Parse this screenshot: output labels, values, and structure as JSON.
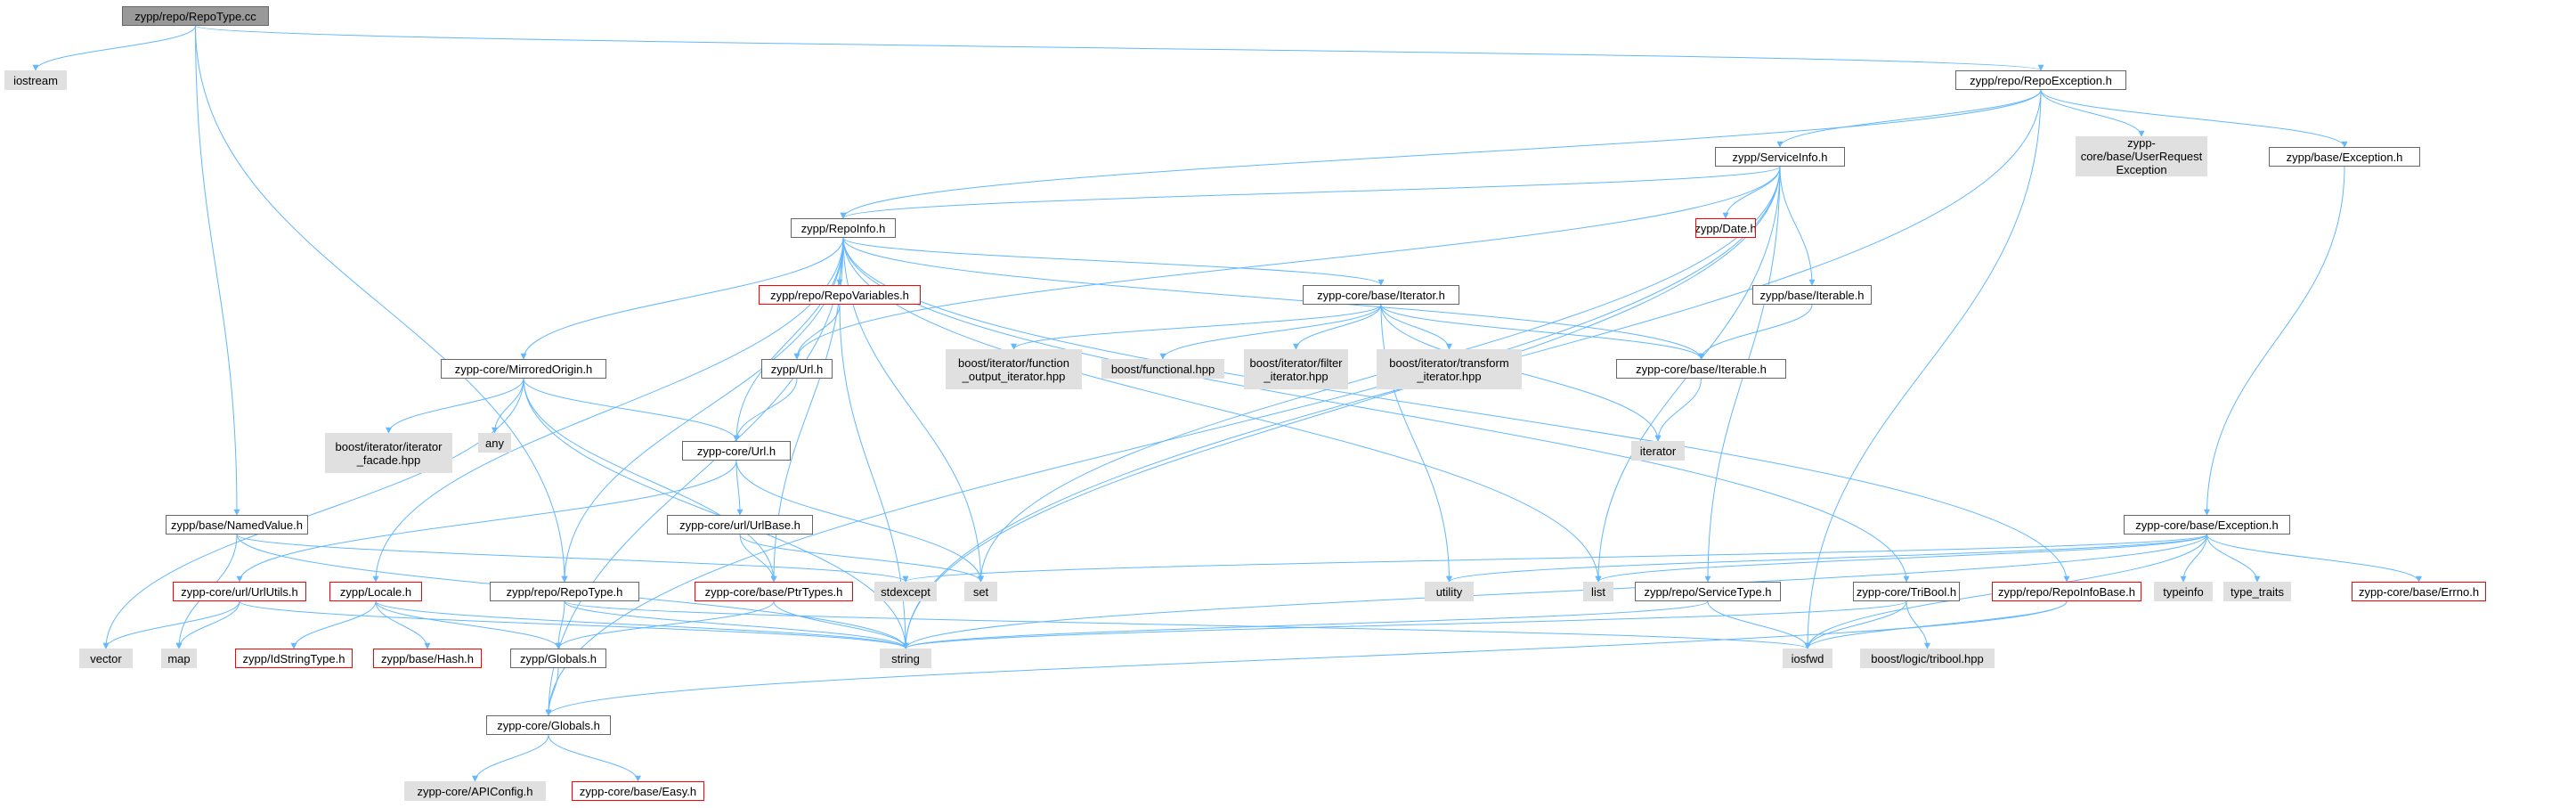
{
  "nodes": {
    "root": "zypp/repo/RepoType.cc",
    "iostream": "iostream",
    "repoexception": "zypp/repo/RepoException.h",
    "serviceinfo": "zypp/ServiceInfo.h",
    "userrequest": "zypp-core/base/UserRequest\nException",
    "base_exception": "zypp/base/Exception.h",
    "repoinfo": "zypp/RepoInfo.h",
    "date": "zypp/Date.h",
    "repovariables": "zypp/repo/RepoVariables.h",
    "core_iterator": "zypp-core/base/Iterator.h",
    "base_iterable": "zypp/base/Iterable.h",
    "mirroredorigin": "zypp-core/MirroredOrigin.h",
    "url": "zypp/Url.h",
    "fn_out_iter": "boost/iterator/function\n_output_iterator.hpp",
    "functional": "boost/functional.hpp",
    "filter_iter": "boost/iterator/filter\n_iterator.hpp",
    "transform_iter": "boost/iterator/transform\n_iterator.hpp",
    "core_iterable": "zypp-core/base/Iterable.h",
    "iter_facade": "boost/iterator/iterator\n_facade.hpp",
    "any": "any",
    "core_url": "zypp-core/Url.h",
    "iterator": "iterator",
    "namedvalue": "zypp/base/NamedValue.h",
    "urlbase": "zypp-core/url/UrlBase.h",
    "core_exception": "zypp-core/base/Exception.h",
    "urlutils": "zypp-core/url/UrlUtils.h",
    "locale": "zypp/Locale.h",
    "repotype_h": "zypp/repo/RepoType.h",
    "ptrtypes": "zypp-core/base/PtrTypes.h",
    "stdexcept": "stdexcept",
    "set": "set",
    "utility": "utility",
    "list": "list",
    "servicetype": "zypp/repo/ServiceType.h",
    "tribool": "zypp-core/TriBool.h",
    "repoinfobase": "zypp/repo/RepoInfoBase.h",
    "typeinfo": "typeinfo",
    "type_traits": "type_traits",
    "errno": "zypp-core/base/Errno.h",
    "vector": "vector",
    "map": "map",
    "idstringtype": "zypp/IdStringType.h",
    "hash": "zypp/base/Hash.h",
    "globals": "zypp/Globals.h",
    "string": "string",
    "iosfwd": "iosfwd",
    "boost_tribool": "boost/logic/tribool.hpp",
    "core_globals": "zypp-core/Globals.h",
    "apiconfig": "zypp-core/APIConfig.h",
    "easy": "zypp-core/base/Easy.h"
  },
  "node_kinds": {
    "root": "root",
    "internal": [
      "repoexception",
      "serviceinfo",
      "base_exception",
      "repoinfo",
      "core_iterator",
      "base_iterable",
      "mirroredorigin",
      "url",
      "core_iterable",
      "core_url",
      "namedvalue",
      "urlbase",
      "core_exception",
      "repotype_h",
      "servicetype",
      "tribool",
      "globals",
      "core_globals"
    ],
    "missing": [
      "date",
      "repovariables",
      "urlutils",
      "locale",
      "ptrtypes",
      "repoinfobase",
      "errno",
      "idstringtype",
      "hash",
      "easy"
    ],
    "system": [
      "iostream",
      "userrequest",
      "fn_out_iter",
      "functional",
      "filter_iter",
      "transform_iter",
      "iter_facade",
      "any",
      "iterator",
      "stdexcept",
      "set",
      "utility",
      "list",
      "typeinfo",
      "type_traits",
      "vector",
      "map",
      "string",
      "iosfwd",
      "boost_tribool",
      "apiconfig"
    ]
  },
  "edges": [
    [
      "root",
      "iostream"
    ],
    [
      "root",
      "repoexception"
    ],
    [
      "root",
      "namedvalue"
    ],
    [
      "root",
      "repotype_h"
    ],
    [
      "repoexception",
      "serviceinfo"
    ],
    [
      "repoexception",
      "repoinfo"
    ],
    [
      "repoexception",
      "userrequest"
    ],
    [
      "repoexception",
      "base_exception"
    ],
    [
      "repoexception",
      "string"
    ],
    [
      "repoexception",
      "iosfwd"
    ],
    [
      "serviceinfo",
      "repoinfo"
    ],
    [
      "serviceinfo",
      "date"
    ],
    [
      "serviceinfo",
      "base_iterable"
    ],
    [
      "serviceinfo",
      "url"
    ],
    [
      "serviceinfo",
      "set"
    ],
    [
      "serviceinfo",
      "string"
    ],
    [
      "serviceinfo",
      "servicetype"
    ],
    [
      "serviceinfo",
      "list"
    ],
    [
      "serviceinfo",
      "core_globals"
    ],
    [
      "base_exception",
      "core_exception"
    ],
    [
      "repoinfo",
      "repovariables"
    ],
    [
      "repoinfo",
      "core_iterator"
    ],
    [
      "repoinfo",
      "mirroredorigin"
    ],
    [
      "repoinfo",
      "core_url"
    ],
    [
      "repoinfo",
      "set"
    ],
    [
      "repoinfo",
      "repoinfobase"
    ],
    [
      "repoinfo",
      "tribool"
    ],
    [
      "repoinfo",
      "repotype_h"
    ],
    [
      "repoinfo",
      "locale"
    ],
    [
      "repoinfo",
      "core_globals"
    ],
    [
      "repoinfo",
      "list"
    ],
    [
      "repoinfo",
      "ptrtypes"
    ],
    [
      "repoinfo",
      "core_iterable"
    ],
    [
      "repovariables",
      "url"
    ],
    [
      "repovariables",
      "string"
    ],
    [
      "core_iterator",
      "fn_out_iter"
    ],
    [
      "core_iterator",
      "functional"
    ],
    [
      "core_iterator",
      "filter_iter"
    ],
    [
      "core_iterator",
      "transform_iter"
    ],
    [
      "core_iterator",
      "core_iterable"
    ],
    [
      "core_iterator",
      "iterator"
    ],
    [
      "core_iterator",
      "utility"
    ],
    [
      "base_iterable",
      "core_iterable"
    ],
    [
      "core_iterable",
      "iterator"
    ],
    [
      "mirroredorigin",
      "iter_facade"
    ],
    [
      "mirroredorigin",
      "any"
    ],
    [
      "mirroredorigin",
      "core_url"
    ],
    [
      "mirroredorigin",
      "vector"
    ],
    [
      "mirroredorigin",
      "ptrtypes"
    ],
    [
      "mirroredorigin",
      "string"
    ],
    [
      "url",
      "core_url"
    ],
    [
      "core_url",
      "urlbase"
    ],
    [
      "core_url",
      "urlutils"
    ],
    [
      "core_url",
      "set"
    ],
    [
      "urlbase",
      "ptrtypes"
    ],
    [
      "urlbase",
      "set"
    ],
    [
      "namedvalue",
      "map"
    ],
    [
      "namedvalue",
      "stdexcept"
    ],
    [
      "namedvalue",
      "string"
    ],
    [
      "core_exception",
      "stdexcept"
    ],
    [
      "core_exception",
      "list"
    ],
    [
      "core_exception",
      "utility"
    ],
    [
      "core_exception",
      "string"
    ],
    [
      "core_exception",
      "iosfwd"
    ],
    [
      "core_exception",
      "typeinfo"
    ],
    [
      "core_exception",
      "type_traits"
    ],
    [
      "core_exception",
      "errno"
    ],
    [
      "urlutils",
      "vector"
    ],
    [
      "urlutils",
      "map"
    ],
    [
      "urlutils",
      "string"
    ],
    [
      "locale",
      "idstringtype"
    ],
    [
      "locale",
      "hash"
    ],
    [
      "locale",
      "globals"
    ],
    [
      "locale",
      "string"
    ],
    [
      "repotype_h",
      "globals"
    ],
    [
      "repotype_h",
      "string"
    ],
    [
      "repotype_h",
      "iosfwd"
    ],
    [
      "ptrtypes",
      "globals"
    ],
    [
      "ptrtypes",
      "string"
    ],
    [
      "servicetype",
      "string"
    ],
    [
      "servicetype",
      "iosfwd"
    ],
    [
      "tribool",
      "iosfwd"
    ],
    [
      "tribool",
      "boost_tribool"
    ],
    [
      "tribool",
      "string"
    ],
    [
      "repoinfobase",
      "iosfwd"
    ],
    [
      "repoinfobase",
      "core_globals"
    ],
    [
      "globals",
      "core_globals"
    ],
    [
      "core_globals",
      "apiconfig"
    ],
    [
      "core_globals",
      "easy"
    ]
  ],
  "colors": {
    "edge": "#63b8ff",
    "internal_border": "#666666",
    "missing_border": "#ff0000",
    "system_fill": "#e0e0e0",
    "root_fill": "#999999"
  }
}
